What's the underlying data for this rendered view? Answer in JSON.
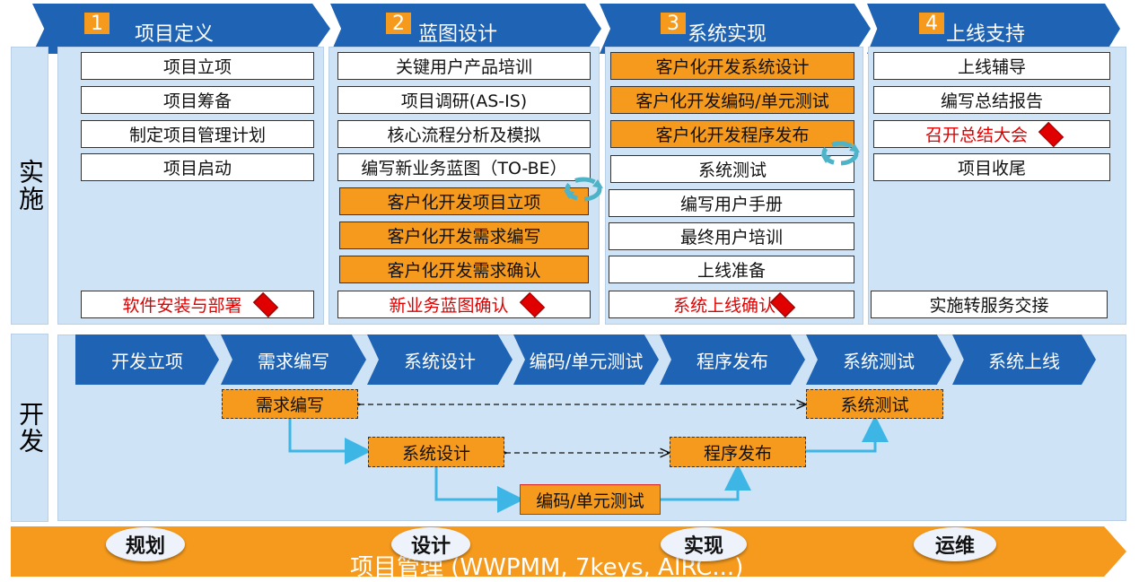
{
  "phases": [
    {
      "num": "1",
      "title": "项目定义"
    },
    {
      "num": "2",
      "title": "蓝图设计"
    },
    {
      "num": "3",
      "title": "系统实现"
    },
    {
      "num": "4",
      "title": "上线支持"
    }
  ],
  "side_labels": {
    "implement": "实施",
    "develop": "开发"
  },
  "columns": [
    {
      "items": [
        "项目立项",
        "项目筹备",
        "制定项目管理计划",
        "项目启动"
      ],
      "milestone": "软件安装与部署"
    },
    {
      "items": [
        "关键用户产品培训",
        "项目调研(AS-IS)",
        "核心流程分析及模拟",
        "编写新业务蓝图（TO-BE）"
      ],
      "orange_items": [
        "客户化开发项目立项",
        "客户化开发需求编写",
        "客户化开发需求确认"
      ],
      "milestone": "新业务蓝图确认"
    },
    {
      "orange_items": [
        "客户化开发系统设计",
        "客户化开发编码/单元测试",
        "客户化开发程序发布"
      ],
      "items": [
        "系统测试",
        "编写用户手册",
        "最终用户培训",
        "上线准备"
      ],
      "milestone": "系统上线确认"
    },
    {
      "items": [
        "上线辅导",
        "编写总结报告"
      ],
      "red_item": "召开总结大会",
      "items2": [
        "项目收尾"
      ],
      "milestone": "实施转服务交接"
    }
  ],
  "dev_flow": [
    "开发立项",
    "需求编写",
    "系统设计",
    "编码/单元测试",
    "程序发布",
    "系统测试",
    "系统上线"
  ],
  "v_model": {
    "req": "需求编写",
    "test": "系统测试",
    "design": "系统设计",
    "release": "程序发布",
    "coding": "编码/单元测试"
  },
  "bottom": {
    "stages": [
      "规划",
      "设计",
      "实现",
      "运维"
    ],
    "pm": "项目管理 (WWPMM, 7keys, AIRC...)"
  },
  "colors": {
    "blue": "#1f63b4",
    "orange": "#f59a1d",
    "panel": "#cfe3f6",
    "red": "#e10000"
  }
}
